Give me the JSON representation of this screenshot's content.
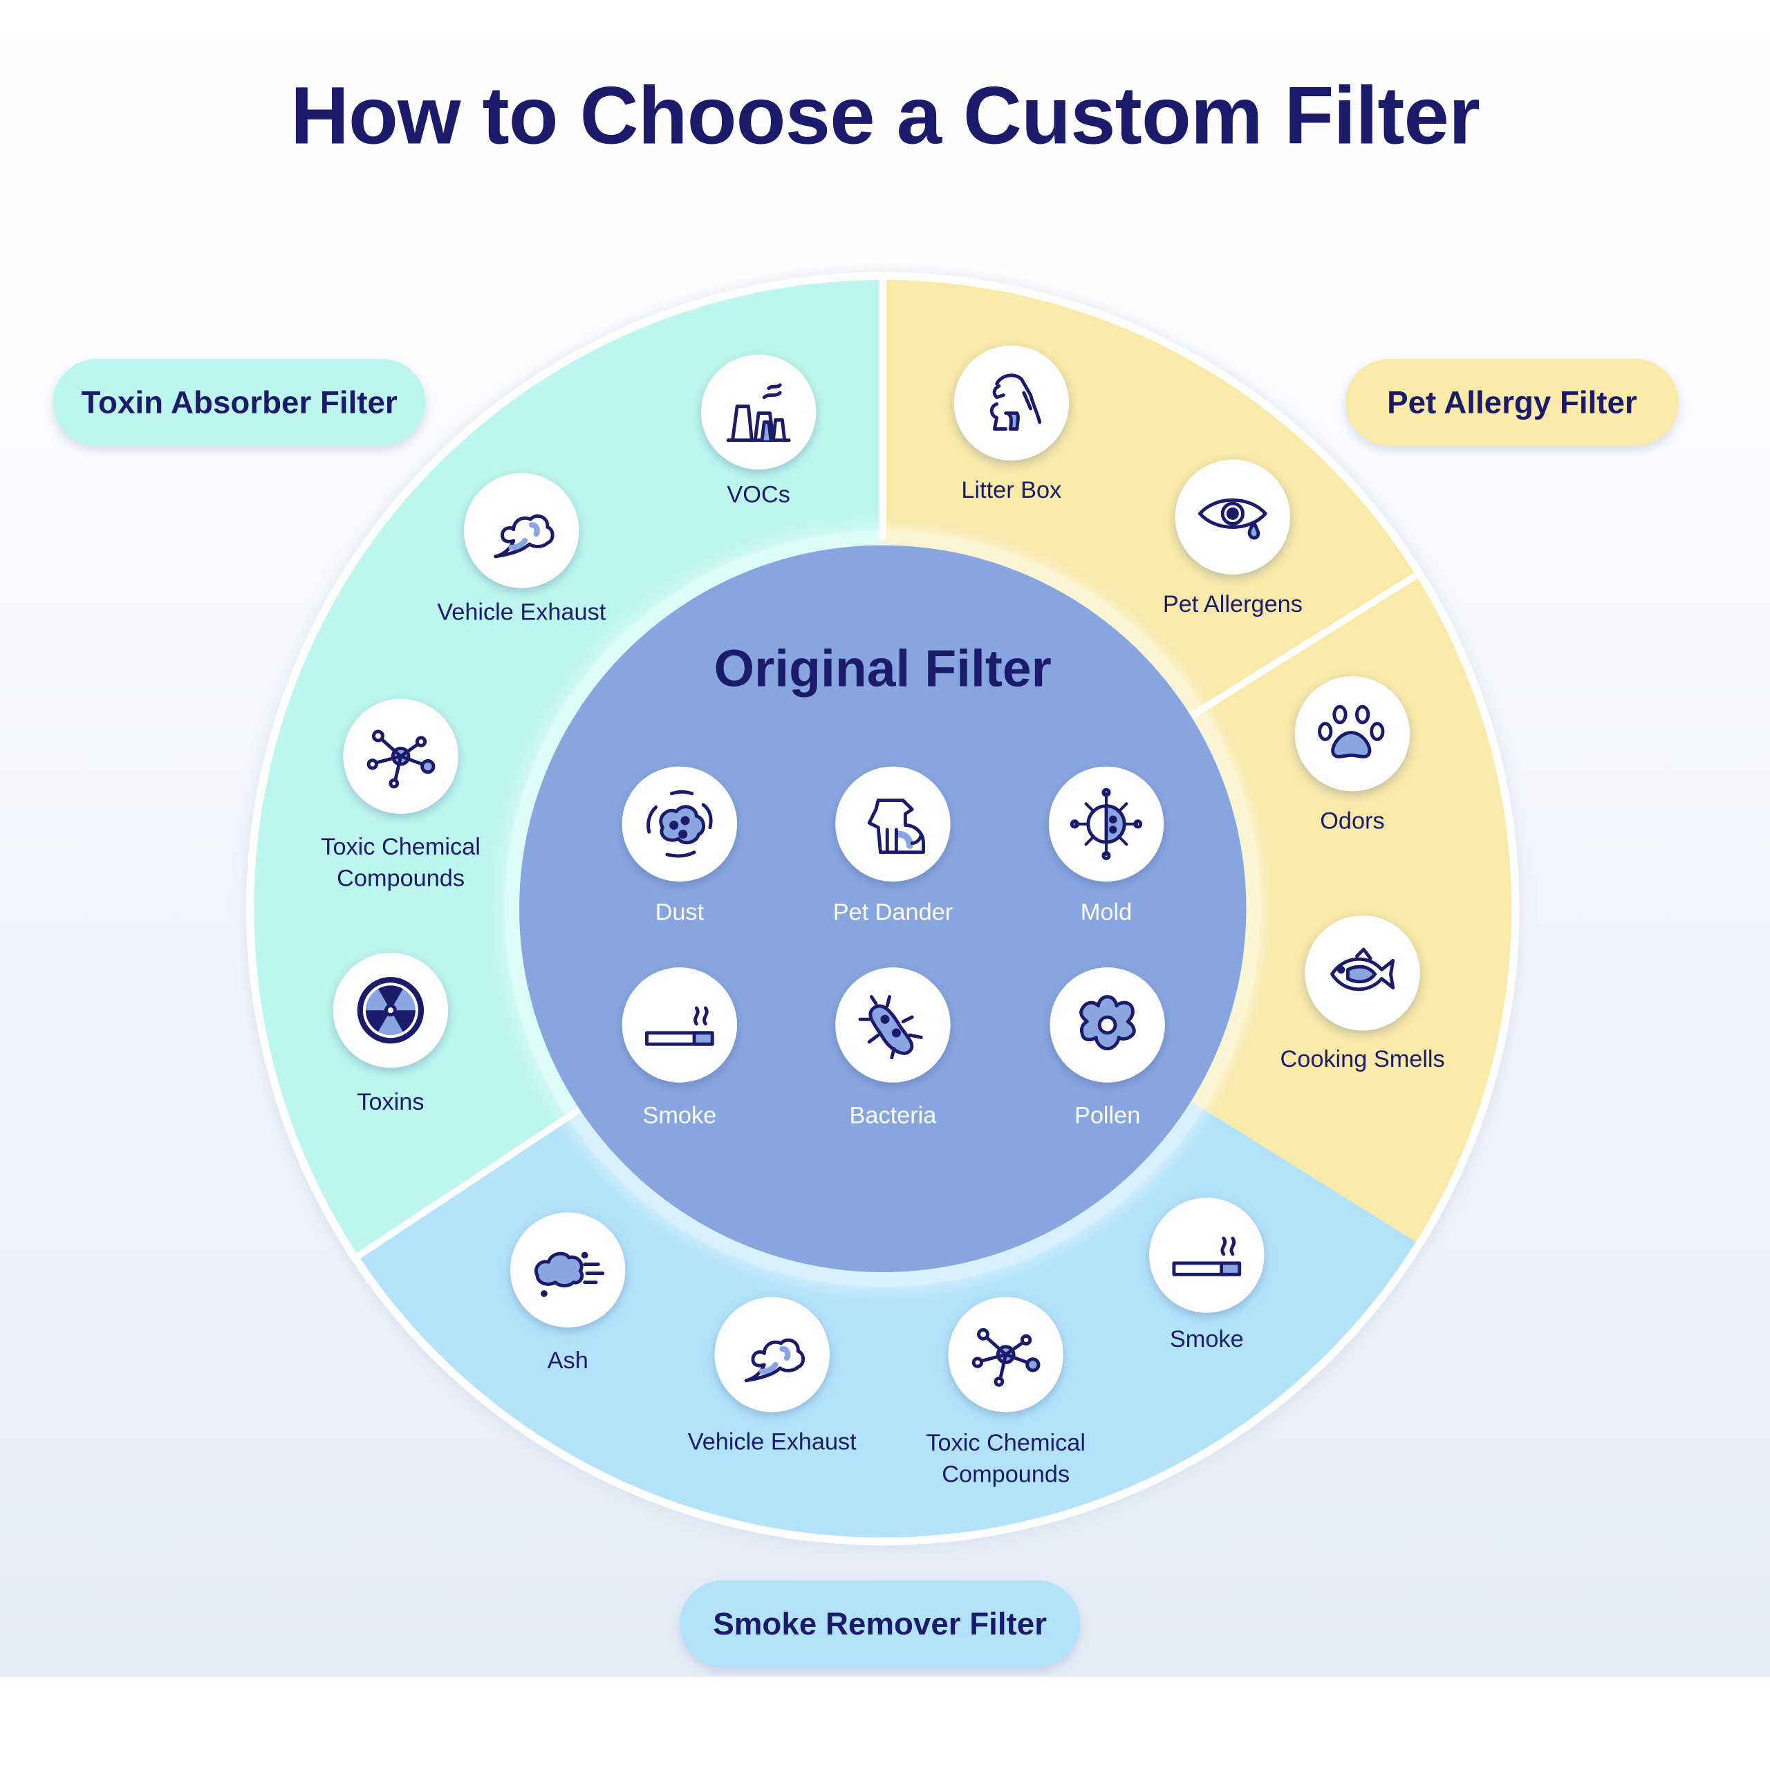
{
  "title": "How to Choose a Custom Filter",
  "colors": {
    "navy": "#1c1a6b",
    "toxin": "#bdf6ef",
    "pet": "#f9eaa9",
    "smoke": "#b3e3fb",
    "original": "#87a6df",
    "icon_accent": "#8aa6e0"
  },
  "filters": {
    "toxin": {
      "label": "Toxin Absorber Filter",
      "items": [
        {
          "label": "VOCs",
          "icon": "factory-icon"
        },
        {
          "label": "Vehicle Exhaust",
          "icon": "exhaust-cloud-icon"
        },
        {
          "label": "Toxic Chemical Compounds",
          "icon": "molecule-icon"
        },
        {
          "label": "Toxins",
          "icon": "radiation-icon"
        }
      ]
    },
    "pet": {
      "label": "Pet Allergy Filter",
      "items": [
        {
          "label": "Litter Box",
          "icon": "dog-cat-icon"
        },
        {
          "label": "Pet Allergens",
          "icon": "teary-eye-icon"
        },
        {
          "label": "Odors",
          "icon": "paw-icon"
        },
        {
          "label": "Cooking Smells",
          "icon": "fish-icon"
        }
      ]
    },
    "smoke": {
      "label": "Smoke Remover Filter",
      "items": [
        {
          "label": "Ash",
          "icon": "ash-cloud-icon"
        },
        {
          "label": "Vehicle Exhaust",
          "icon": "exhaust-cloud-icon"
        },
        {
          "label": "Toxic Chemical Compounds",
          "icon": "molecule-icon"
        },
        {
          "label": "Smoke",
          "icon": "cigarette-icon"
        }
      ]
    },
    "original": {
      "label": "Original Filter",
      "items": [
        {
          "label": "Dust",
          "icon": "dust-icon"
        },
        {
          "label": "Pet Dander",
          "icon": "dog-icon"
        },
        {
          "label": "Mold",
          "icon": "mold-spore-icon"
        },
        {
          "label": "Smoke",
          "icon": "cigarette-icon"
        },
        {
          "label": "Bacteria",
          "icon": "bacteria-icon"
        },
        {
          "label": "Pollen",
          "icon": "flower-icon"
        }
      ]
    }
  }
}
